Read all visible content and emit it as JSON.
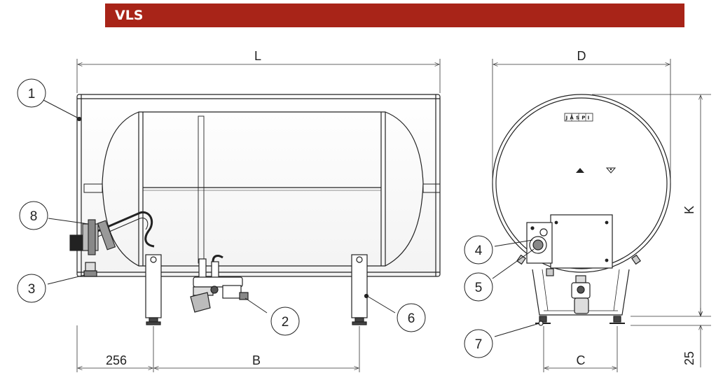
{
  "header": {
    "title": "VLS",
    "color": "#a82418"
  },
  "dimensions": {
    "length": "L",
    "depth": "D",
    "height": "K",
    "offset": "256",
    "leg_spacing": "B",
    "foot_spacing": "C",
    "foot_height": "25"
  },
  "callouts": [
    "1",
    "2",
    "3",
    "4",
    "5",
    "6",
    "7",
    "8"
  ],
  "logo": "JÄSPI",
  "icons": [
    "triangle-up-icon",
    "triangle-down-icon"
  ]
}
